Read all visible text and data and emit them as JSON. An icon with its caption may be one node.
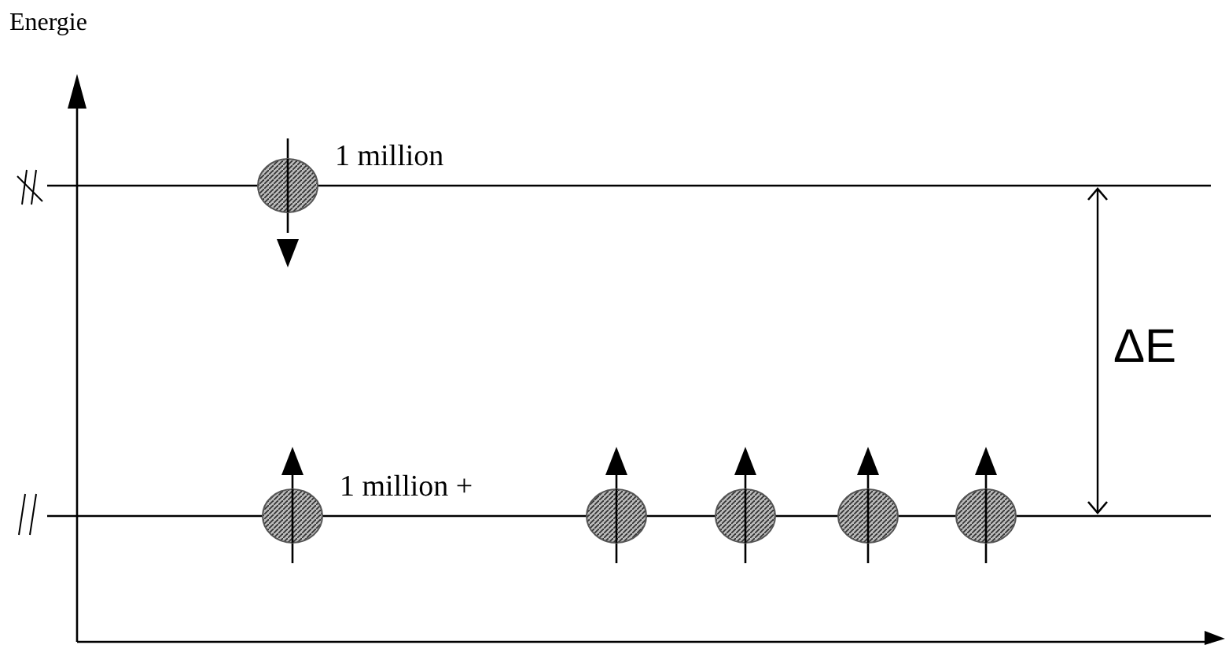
{
  "diagram": {
    "labels": [
      "Energie",
      "1 million",
      "1 million +",
      "ΔE"
    ]
  }
}
